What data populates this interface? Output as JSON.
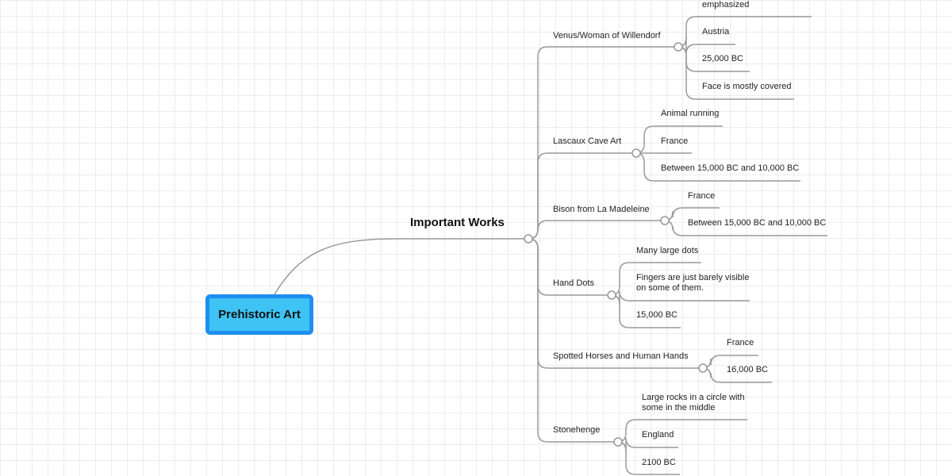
{
  "root": {
    "label": "Prehistoric Art"
  },
  "branch": {
    "label": "Important Works"
  },
  "works": [
    {
      "title": "Venus/Woman of Willendorf",
      "details": [
        "emphasized",
        "Austria",
        "25,000 BC",
        "Face is mostly covered"
      ]
    },
    {
      "title": "Lascaux Cave Art",
      "details": [
        "Animal running",
        "France",
        "Between 15,000 BC and 10,000 BC"
      ]
    },
    {
      "title": "Bison from La Madeleine",
      "details": [
        "France",
        "Between 15,000 BC and 10,000 BC"
      ]
    },
    {
      "title": "Hand Dots",
      "details": [
        "Many large dots",
        "Fingers are just barely visible on some of them.",
        "15,000 BC"
      ]
    },
    {
      "title": "Spotted Horses and Human Hands",
      "details": [
        "France",
        "16,000 BC"
      ]
    },
    {
      "title": "Stonehenge",
      "details": [
        "Large rocks in a circle with some in the middle",
        "England",
        "2100 BC"
      ]
    }
  ],
  "colors": {
    "line": "#9a9a9a",
    "root_fill": "#3fc3f5",
    "root_border": "#1e8ff2"
  }
}
